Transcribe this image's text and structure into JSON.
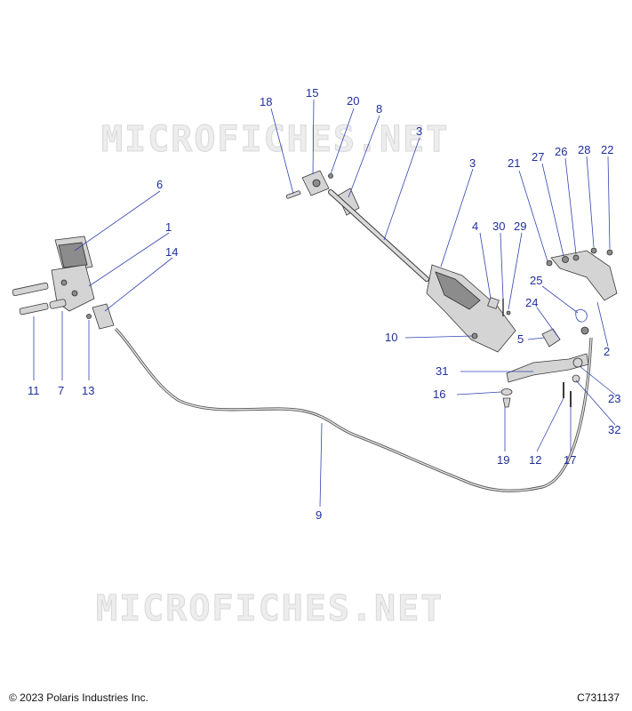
{
  "watermark_text": "MICROFICHES.NET",
  "footer": {
    "copyright": "© 2023 Polaris Industries Inc.",
    "diagram_code": "C731137"
  },
  "callouts": [
    "18",
    "15",
    "20",
    "8",
    "3",
    "3",
    "6",
    "1",
    "14",
    "11",
    "7",
    "13",
    "21",
    "27",
    "26",
    "28",
    "22",
    "4",
    "30",
    "29",
    "25",
    "24",
    "10",
    "5",
    "2",
    "31",
    "16",
    "23",
    "32",
    "19",
    "12",
    "17",
    "9"
  ]
}
